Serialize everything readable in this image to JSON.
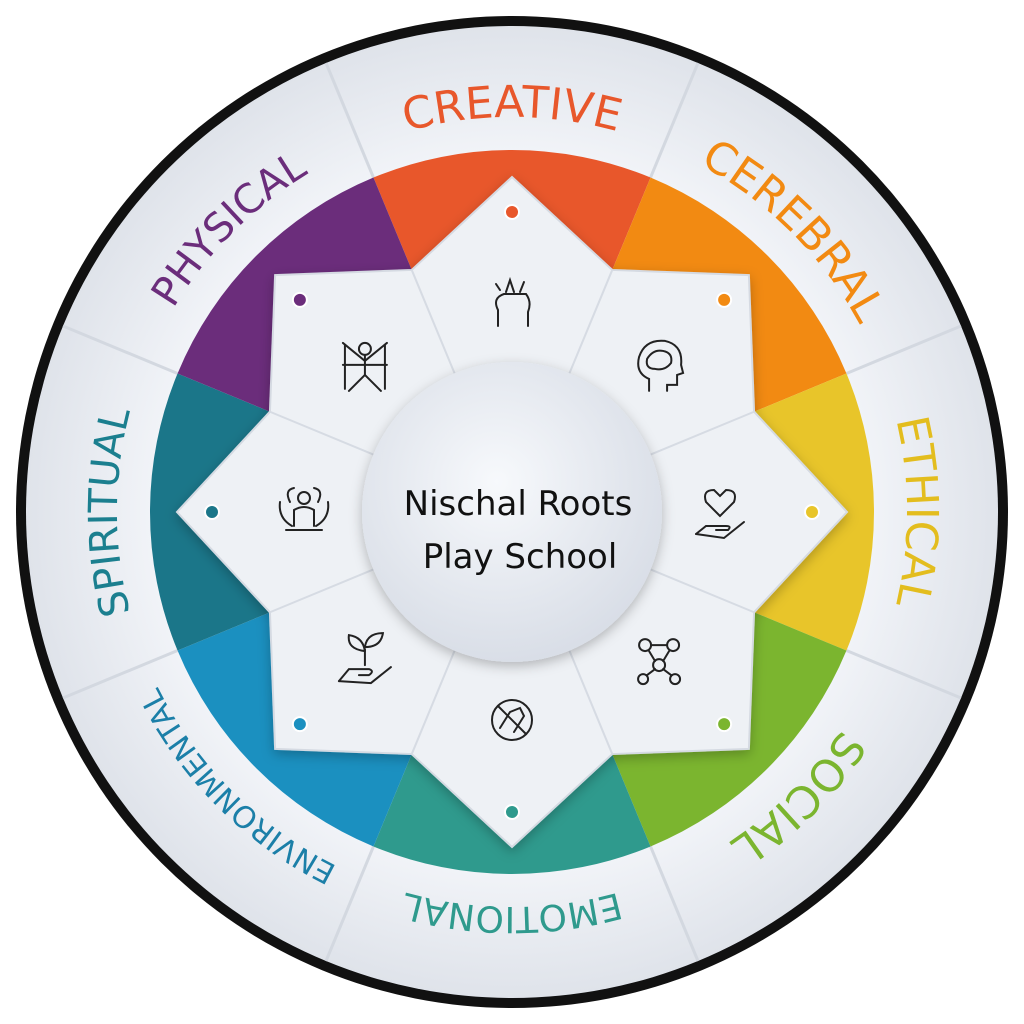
{
  "center": {
    "line1": "Nischal Roots",
    "line2": "Play School"
  },
  "segments": [
    {
      "label": "CREATIVE",
      "color": "#e8572b",
      "text_color": "#e8572b",
      "icon": "creative-head-icon"
    },
    {
      "label": "CEREBRAL",
      "color": "#f28a12",
      "text_color": "#f28a12",
      "icon": "brain-head-icon"
    },
    {
      "label": "ETHICAL",
      "color": "#e8c52a",
      "text_color": "#e3bd1e",
      "icon": "heart-hand-icon"
    },
    {
      "label": "SOCIAL",
      "color": "#7bb52f",
      "text_color": "#7bb52f",
      "icon": "network-people-icon"
    },
    {
      "label": "EMOTIONAL",
      "color": "#2f9a8d",
      "text_color": "#2f9a8d",
      "icon": "handshake-icon"
    },
    {
      "label": "ENVIRONMENTAL",
      "color": "#1b90c0",
      "text_color": "#1b7fa8",
      "icon": "plant-hand-icon"
    },
    {
      "label": "SPIRITUAL",
      "color": "#1b7689",
      "text_color": "#1b7f8f",
      "icon": "lotus-meditation-icon"
    },
    {
      "label": "PHYSICAL",
      "color": "#6b2d7b",
      "text_color": "#6b2d7b",
      "icon": "vitruvian-man-icon"
    }
  ]
}
